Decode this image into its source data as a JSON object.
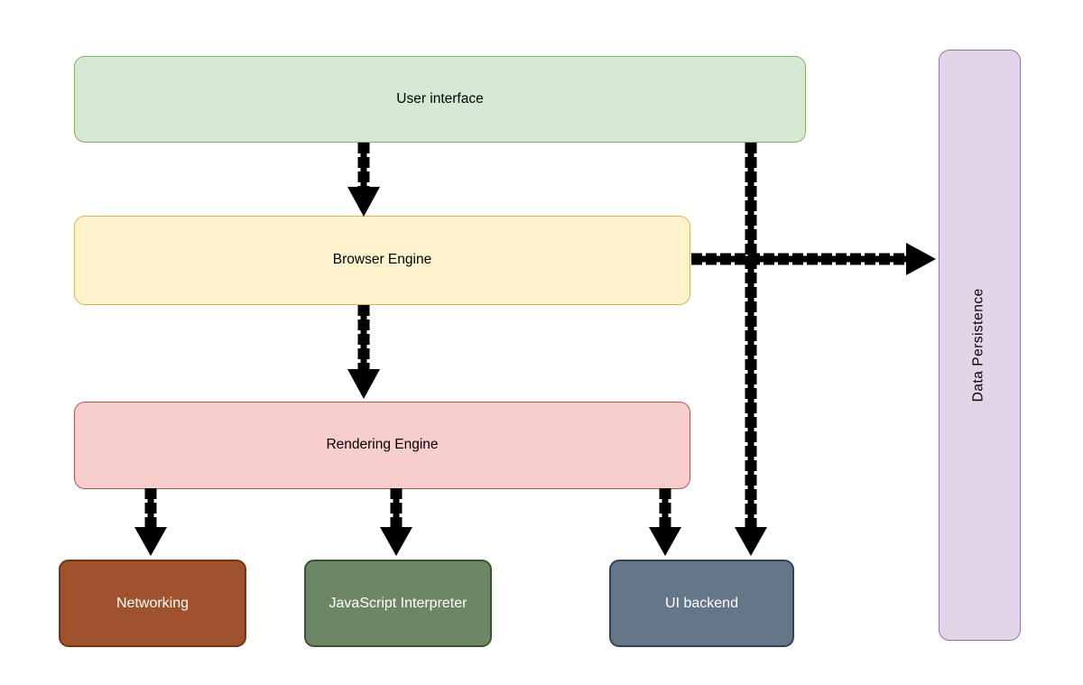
{
  "diagram": {
    "description": "Browser architecture flow diagram",
    "arrow_color": "#000000",
    "background_color": "#ffffff"
  },
  "nodes": {
    "user_interface": {
      "label": "User interface",
      "fill": "#d5e8d4",
      "stroke": "#82b366",
      "text_color": "#000000"
    },
    "browser_engine": {
      "label": "Browser Engine",
      "fill": "#fff2cc",
      "stroke": "#d6b656",
      "text_color": "#000000"
    },
    "rendering_engine": {
      "label": "Rendering Engine",
      "fill": "#f8cecc",
      "stroke": "#b85450",
      "text_color": "#000000"
    },
    "networking": {
      "label": "Networking",
      "fill": "#a0522d",
      "stroke": "#6d3717",
      "text_color": "#ffffff"
    },
    "javascript_interpreter": {
      "label": "JavaScript Interpreter",
      "fill": "#6d8764",
      "stroke": "#3a5431",
      "text_color": "#ffffff"
    },
    "ui_backend": {
      "label": "UI backend",
      "fill": "#647687",
      "stroke": "#314354",
      "text_color": "#ffffff"
    },
    "data_persistence": {
      "label": "Data Persistence",
      "fill": "#e1d5e7",
      "stroke": "#9673a6",
      "text_color": "#000000"
    }
  },
  "edges": [
    {
      "from": "User interface",
      "to": "Browser Engine"
    },
    {
      "from": "Browser Engine",
      "to": "Rendering Engine"
    },
    {
      "from": "Browser Engine",
      "to": "Data Persistence"
    },
    {
      "from": "User interface",
      "to": "UI backend"
    },
    {
      "from": "Rendering Engine",
      "to": "Networking"
    },
    {
      "from": "Rendering Engine",
      "to": "JavaScript Interpreter"
    },
    {
      "from": "Rendering Engine",
      "to": "UI backend"
    }
  ]
}
